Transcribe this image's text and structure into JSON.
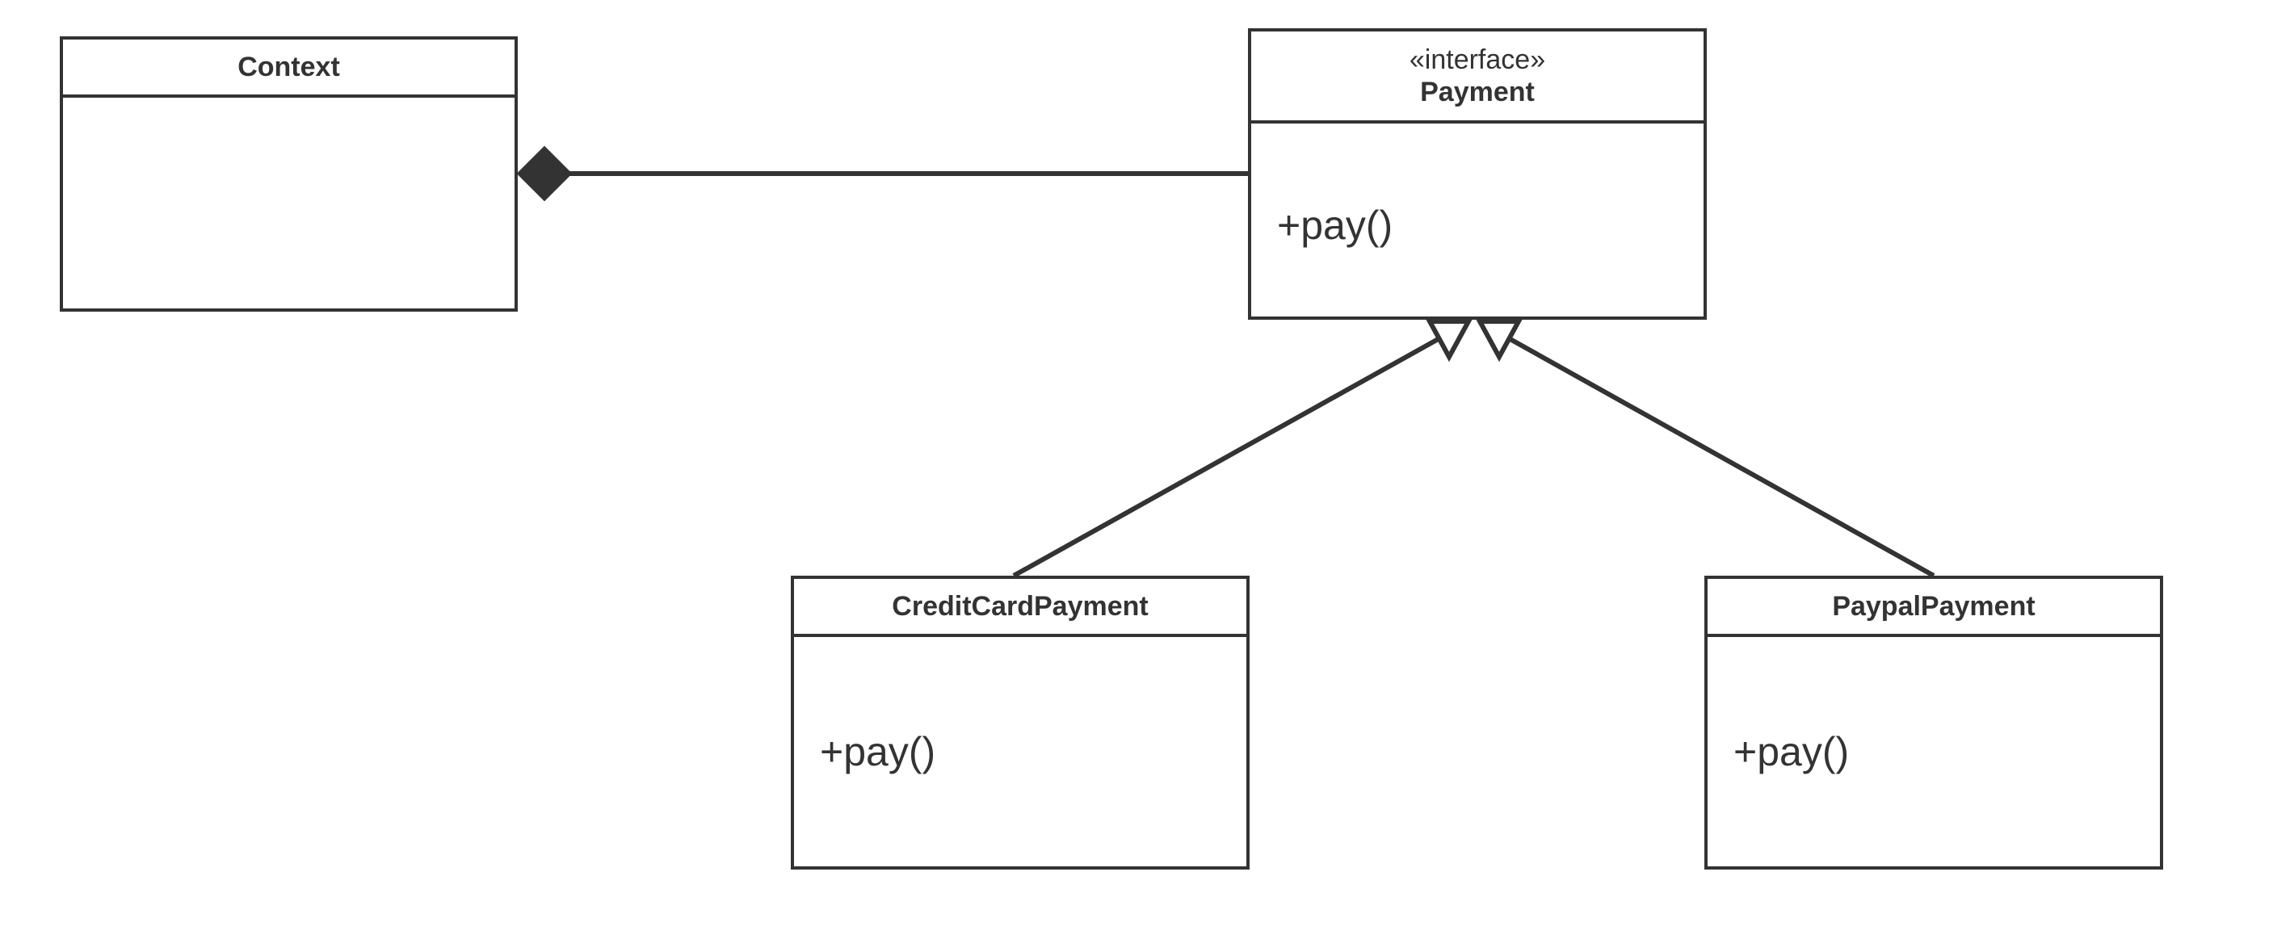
{
  "diagram": {
    "type": "UML class diagram",
    "classes": {
      "context": {
        "name": "Context"
      },
      "payment": {
        "stereotype": "«interface»",
        "name": "Payment",
        "method": "+pay()"
      },
      "credit_card_payment": {
        "name": "CreditCardPayment",
        "method": "+pay()"
      },
      "paypal_payment": {
        "name": "PaypalPayment",
        "method": "+pay()"
      }
    },
    "relationships": [
      {
        "from": "Context",
        "to": "Payment",
        "kind": "composition"
      },
      {
        "from": "CreditCardPayment",
        "to": "Payment",
        "kind": "realization"
      },
      {
        "from": "PaypalPayment",
        "to": "Payment",
        "kind": "realization"
      }
    ],
    "colors": {
      "stroke": "#333333",
      "background": "#ffffff",
      "text": "#333333"
    }
  }
}
